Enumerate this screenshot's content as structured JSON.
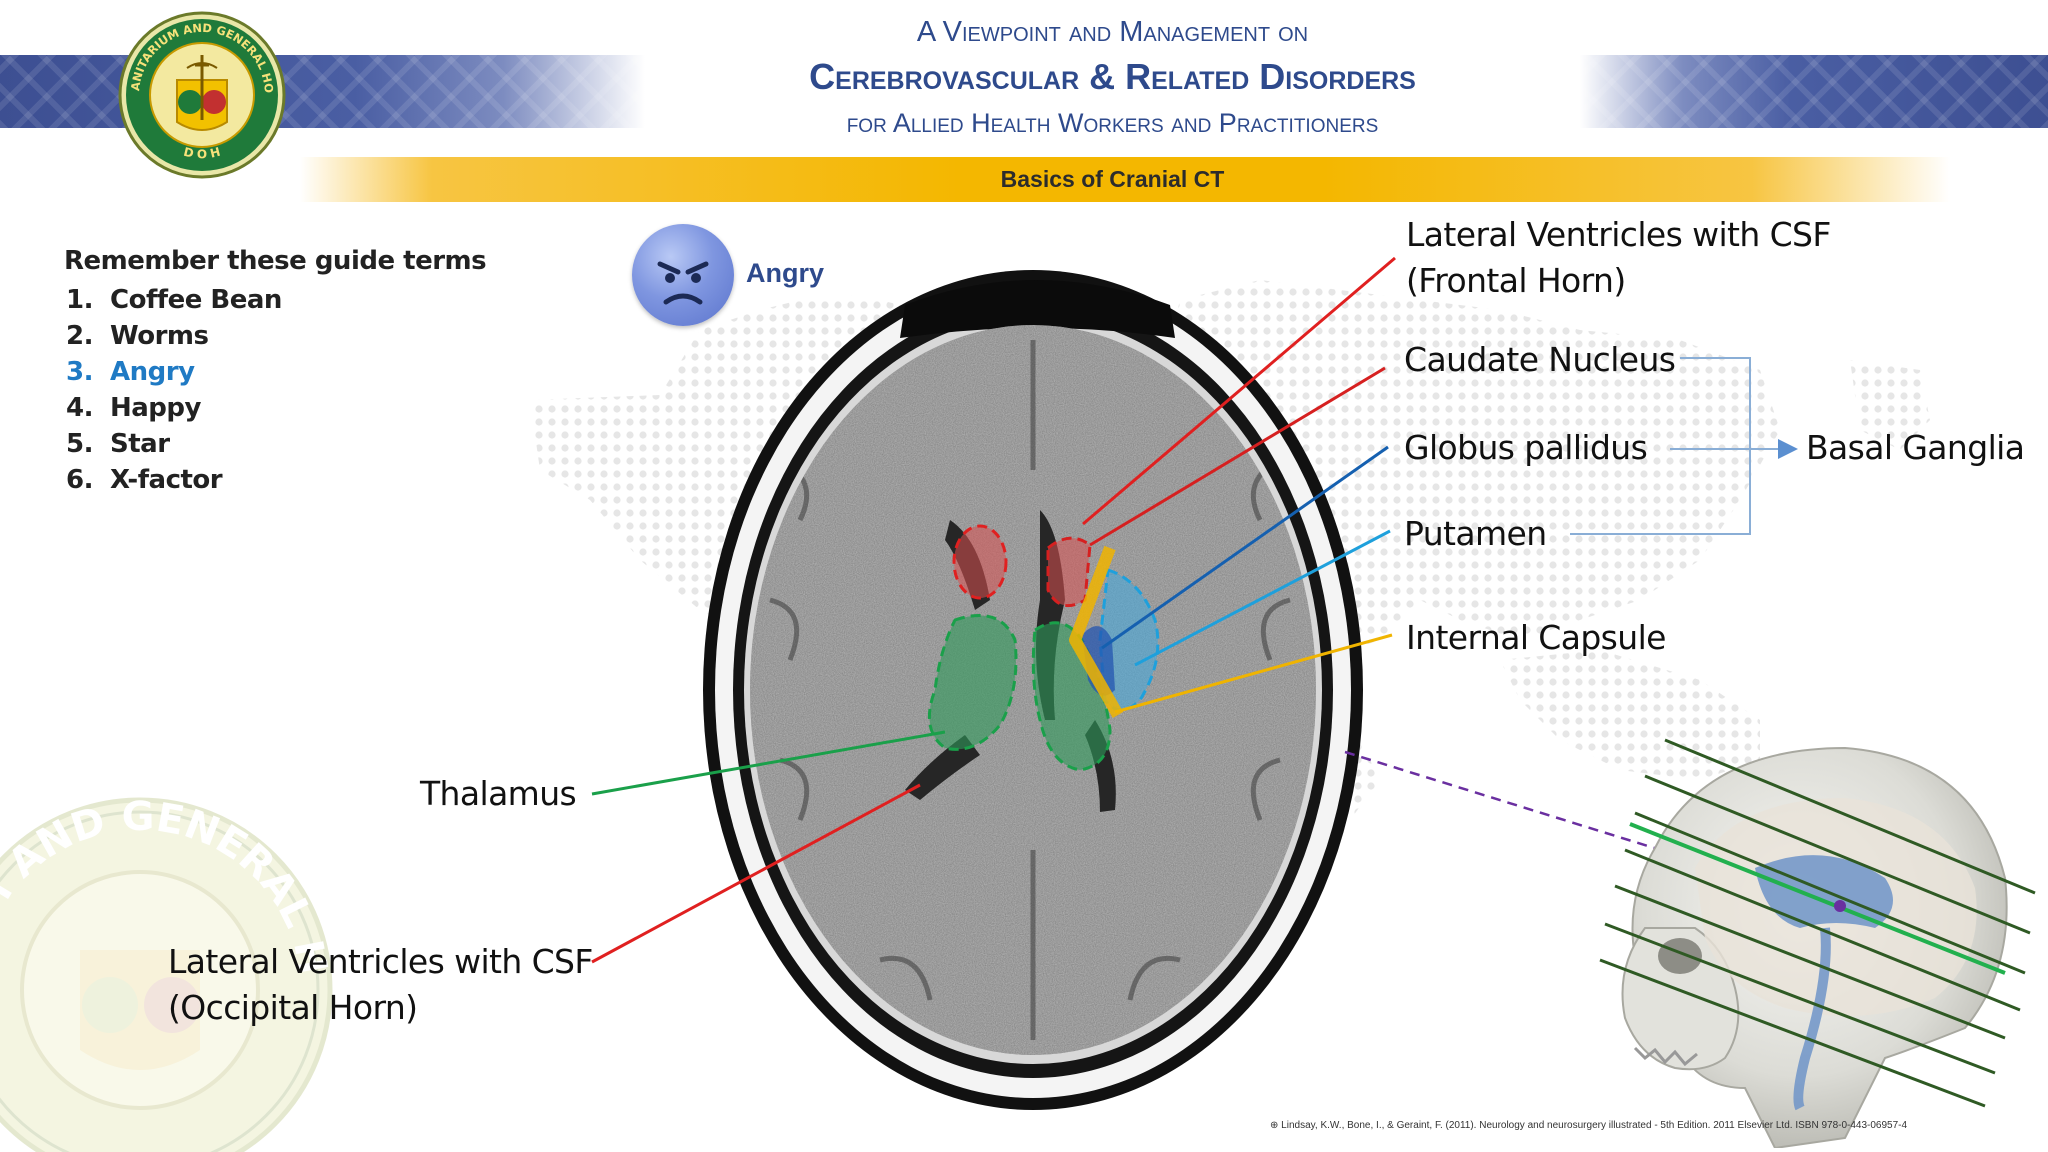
{
  "header": {
    "line1": "A Viewpoint and Management on",
    "line2": "Cerebrovascular & Related Disorders",
    "line3": "for Allied Health Workers and Practitioners"
  },
  "logo": {
    "name": "sulu-sanitarium-general-hospital-seal",
    "ring_text_top": "SULU SANITARIUM AND GENERAL HOSPITAL",
    "ring_text_bottom": "D O H"
  },
  "watermark_text": "SANITARIUM AND GENERAL HOSPITAL",
  "section_title": "Basics of Cranial CT",
  "guide": {
    "title": "Remember these guide terms",
    "items": [
      {
        "num": "1.",
        "label": "Coffee Bean"
      },
      {
        "num": "2.",
        "label": "Worms"
      },
      {
        "num": "3.",
        "label": "Angry"
      },
      {
        "num": "4.",
        "label": "Happy"
      },
      {
        "num": "5.",
        "label": "Star"
      },
      {
        "num": "6.",
        "label": "X-factor"
      }
    ],
    "active_index": 2
  },
  "emoji": {
    "label": "Angry",
    "icon": "angry-face-icon"
  },
  "labels": {
    "frontal_horn_1": "Lateral Ventricles with CSF",
    "frontal_horn_2": "(Frontal Horn)",
    "caudate": "Caudate Nucleus",
    "globus": "Globus pallidus",
    "putamen": "Putamen",
    "internal_capsule": "Internal Capsule",
    "basal_ganglia": "Basal Ganglia",
    "thalamus": "Thalamus",
    "occipital_horn_1": "Lateral Ventricles with CSF",
    "occipital_horn_2": "(Occipital Horn)"
  },
  "colors": {
    "brand_blue": "#2e4a8c",
    "gold": "#f4b700",
    "ventricle_red": "#e02020",
    "caudate_red": "#d62020",
    "globus_blue": "#1560b0",
    "putamen_cyan": "#1ea0dc",
    "capsule_gold": "#f0b400",
    "thalamus_green": "#1aa04a",
    "guide_active": "#1f7ac4",
    "slice_lines": "#2f5a24",
    "pointer_purple": "#6a2fa0"
  },
  "citation": "Lindsay, K.W., Bone, I., & Geraint, F. (2011). Neurology and neurosurgery illustrated - 5th Edition. 2011 Elsevier Ltd. ISBN 978-0-443-06957-4"
}
